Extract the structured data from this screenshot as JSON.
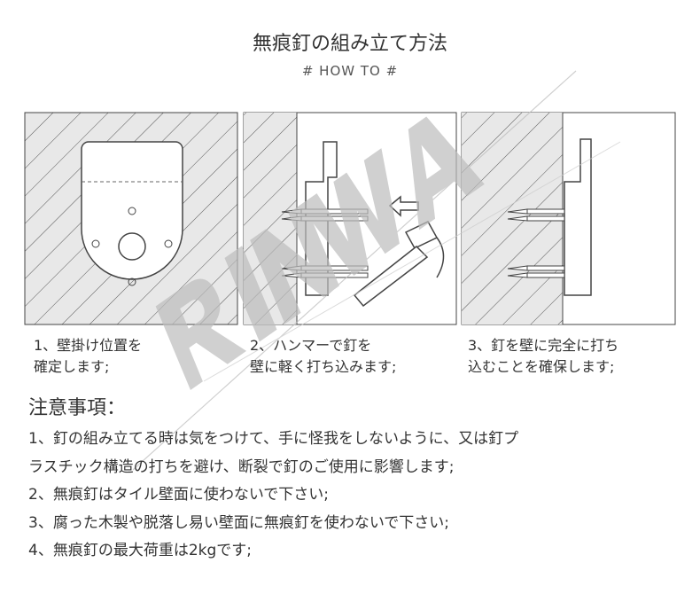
{
  "header": {
    "title": "無痕釘の組み立て方法",
    "subtitle": "# HOW TO #"
  },
  "steps": [
    {
      "line1": "1、壁掛け位置を",
      "line2": "確定します;"
    },
    {
      "line1": "2、ハンマーで釘を",
      "line2": "壁に軽く打ち込みます;"
    },
    {
      "line1": "3、釘を壁に完全に打ち",
      "line2": "込むことを確保します;"
    }
  ],
  "notes": {
    "heading": "注意事項：",
    "items": [
      "1、釘の組み立てる時は気をつけて、手に怪我をしないように、又は釘プ",
      "ラスチック構造の打ちを避け、断裂で釘のご使用に影響します;",
      "2、無痕釘はタイル壁面に使わないで下さい;",
      "3、腐った木製や脱落し易い壁面に無痕釘を使わないで下さい;",
      "4、無痕釘の最大荷重は2kgです;"
    ]
  },
  "watermark": "RINWA",
  "colors": {
    "line": "#444444",
    "hatch_bg": "#e6e6e6",
    "watermark": "#bdbdbd"
  }
}
